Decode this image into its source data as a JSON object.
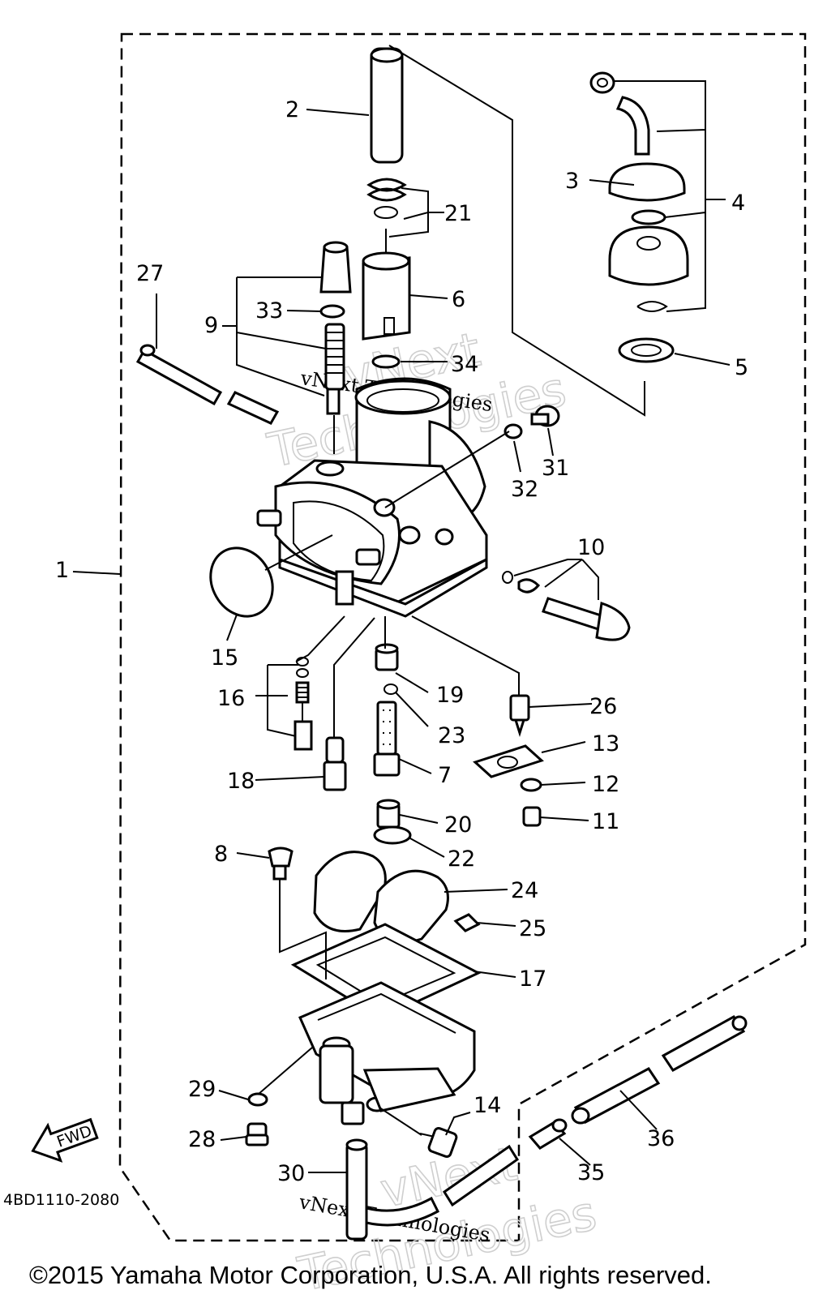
{
  "diagram": {
    "part_code": "4BD1110-2080",
    "fwd_label": "FWD",
    "copyright": "©2015 Yamaha Motor Corporation, U.S.A. All rights reserved.",
    "watermark": {
      "line1": "vNext",
      "line2": "Technologies",
      "inline": "vNext Technologies"
    },
    "callouts": [
      "1",
      "2",
      "3",
      "4",
      "5",
      "6",
      "7",
      "8",
      "9",
      "10",
      "11",
      "12",
      "13",
      "14",
      "15",
      "16",
      "17",
      "18",
      "19",
      "20",
      "21",
      "22",
      "23",
      "24",
      "25",
      "26",
      "27",
      "28",
      "29",
      "30",
      "31",
      "32",
      "33",
      "34",
      "35",
      "36"
    ]
  }
}
